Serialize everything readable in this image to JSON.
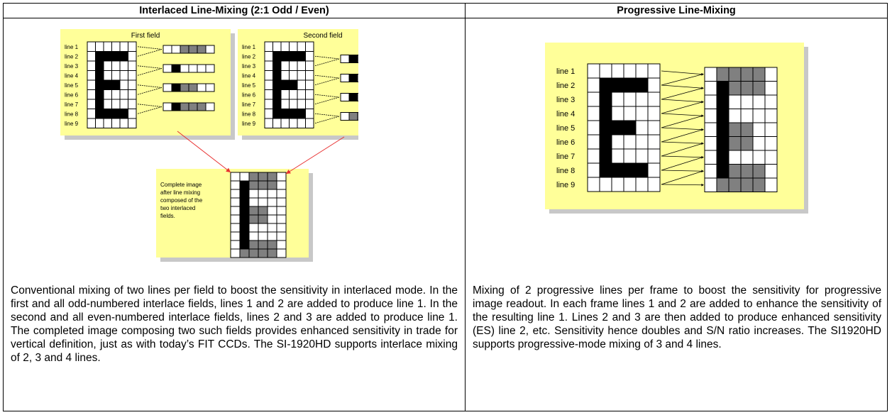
{
  "left": {
    "header": "Interlaced Line-Mixing (2:1 Odd / Even)",
    "first_field": "First field",
    "second_field": "Second field",
    "line_labels": [
      "line 1",
      "line 2",
      "line 3",
      "line 4",
      "line 5",
      "line 6",
      "line 7",
      "line 8",
      "line 9"
    ],
    "complete_caption": [
      "Complete image",
      "after line mixing",
      "composed of the",
      "two interlaced",
      "fields."
    ],
    "description": "Conventional mixing of two lines per field to boost the sensitivity in interlaced mode. In the first and all odd-numbered interlace fields, lines 1 and 2 are added to produce line 1. In the second and all even-numbered interlace fields, lines 2 and 3 are added to produce line 1. The completed image composing two such fields provides enhanced sensitivity in trade for vertical definition, just as with today’s FIT CCDs. The SI-1920HD supports interlace mixing of 2, 3 and 4 lines."
  },
  "right": {
    "header": "Progressive Line-Mixing",
    "line_labels": [
      "line 1",
      "line 2",
      "line 3",
      "line 4",
      "line 5",
      "line 6",
      "line 7",
      "line 8",
      "line 9"
    ],
    "description": " Mixing of 2 progressive lines per frame to boost the sensitivity for progressive image readout. In each frame lines 1 and 2 are added to enhance the sensitivity of the resulting line 1. Lines 2 and 3 are then added to produce enhanced sensitivity (ES) line 2, etc. Sensitivity hence doubles and S/N ratio increases. The SI1920HD supports progressive-mode mixing of 3 and 4 lines."
  },
  "colors": {
    "panel": "#ffff99",
    "shadow": "#c8c8c8",
    "black": "#000000",
    "gray": "#808080",
    "arrow": "#e83030"
  }
}
